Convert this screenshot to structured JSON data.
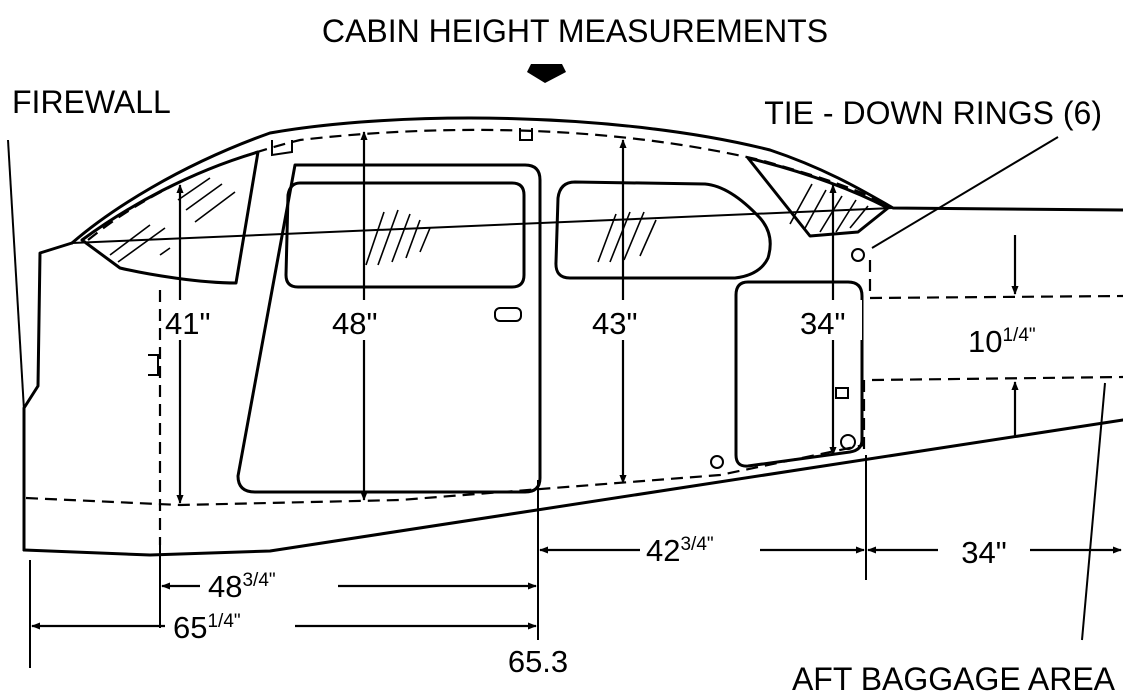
{
  "title": "CABIN HEIGHT MEASUREMENTS",
  "labels": {
    "firewall": "FIREWALL",
    "tie_down_rings": "TIE - DOWN RINGS (6)",
    "aft_baggage_area": "AFT BAGGAGE AREA",
    "station": "65.3"
  },
  "heights": {
    "front": "41\"",
    "door": "48\"",
    "rear_window": "43\"",
    "baggage_door": "34\"",
    "baggage_area_whole": "10",
    "baggage_area_frac": "1/4\""
  },
  "lengths": {
    "firewall_to_station_whole": "65",
    "firewall_to_station_frac": "1/4\"",
    "cabin_whole": "48",
    "cabin_frac": "3/4\"",
    "rear_cabin_whole": "42",
    "rear_cabin_frac": "3/4\"",
    "aft_baggage": "34\""
  }
}
